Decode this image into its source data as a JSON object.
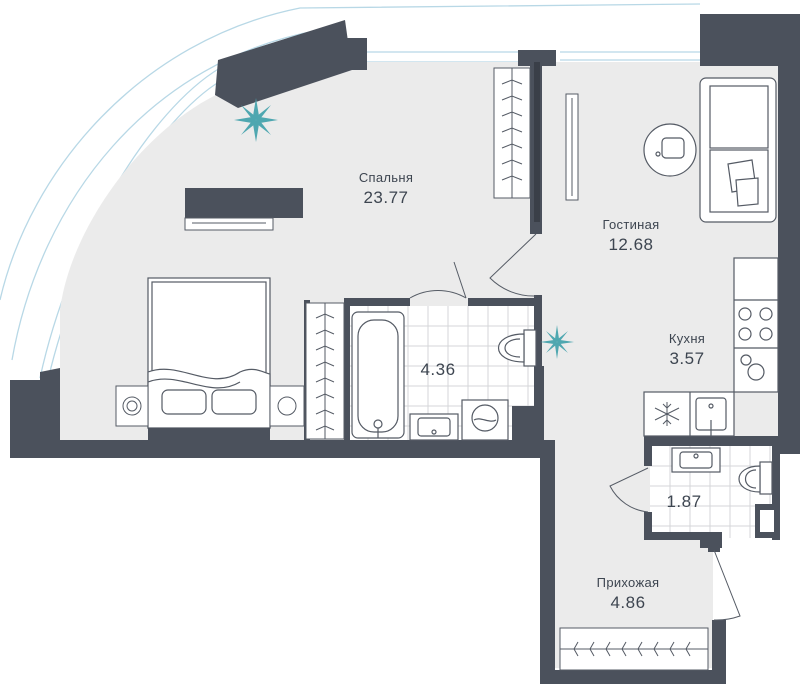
{
  "colors": {
    "wall": "#4b515c",
    "floor": "#ebebeb",
    "tile": "#ffffff",
    "tile_grid": "#d4d6d9",
    "furniture_stroke": "#555b65",
    "balcony_line": "#b8d8e6",
    "plant": "#4fa7b0",
    "text": "#3d4550"
  },
  "icons": {
    "plant": "plant-icon",
    "stove": "stove-icon",
    "snowflake": "snowflake-icon",
    "sink": "sink-icon",
    "toilet": "toilet-icon",
    "washer": "washing-machine-icon"
  },
  "rooms": {
    "bedroom": {
      "name": "Спальня",
      "area": "23.77"
    },
    "living": {
      "name": "Гостиная",
      "area": "12.68"
    },
    "bathroom": {
      "name": "",
      "area": "4.36"
    },
    "kitchen": {
      "name": "Кухня",
      "area": "3.57"
    },
    "wc": {
      "name": "",
      "area": "1.87"
    },
    "hallway": {
      "name": "Прихожая",
      "area": "4.86"
    }
  }
}
